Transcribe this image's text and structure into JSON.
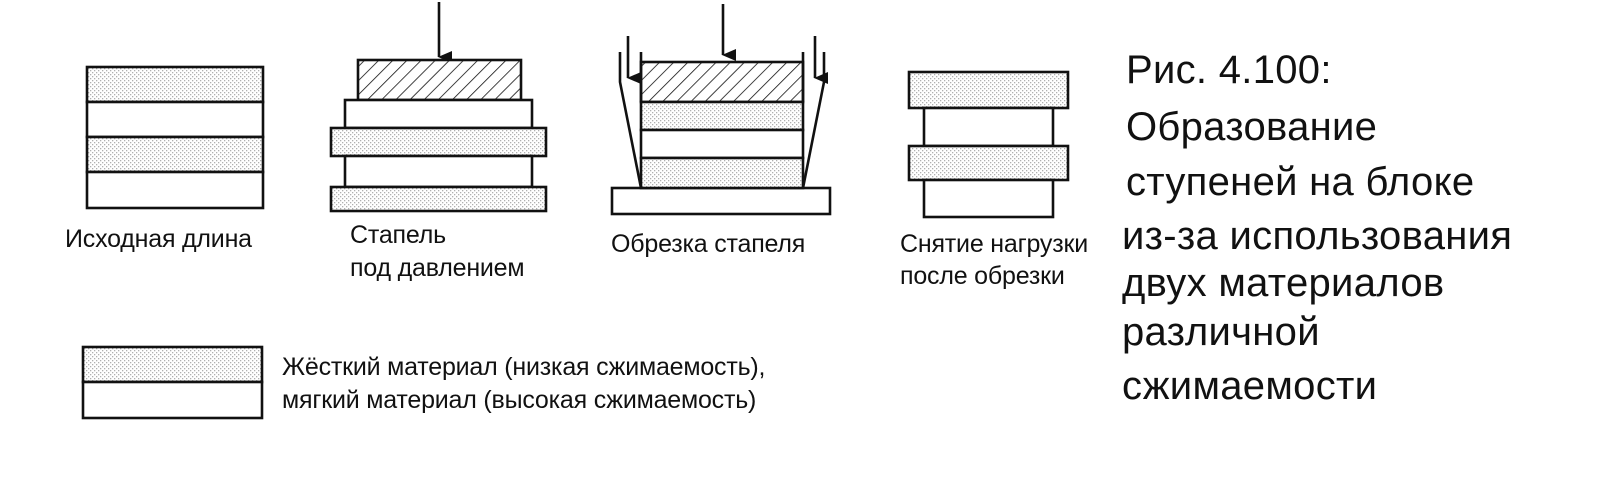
{
  "labels": {
    "original_length": "Исходная длина",
    "stack_pressure_l1": "Стапель",
    "stack_pressure_l2": "под давлением",
    "stack_trim": "Обрезка стапеля",
    "unload_l1": "Снятие нагрузки",
    "unload_l2": "после обрезки"
  },
  "legend": {
    "line1": "Жёсткий материал (низкая сжимаемость),",
    "line2": "мягкий материал (высокая сжимаемость)"
  },
  "caption": {
    "lines": [
      "Рис. 4.100:",
      "Образование",
      "ступеней на блоке",
      "из-за использования",
      "двух  материалов",
      "различной",
      "сжимаемости"
    ]
  },
  "colors": {
    "stroke": "#111111",
    "hard_fill": "#e6e6e6",
    "soft_fill": "#ffffff"
  }
}
